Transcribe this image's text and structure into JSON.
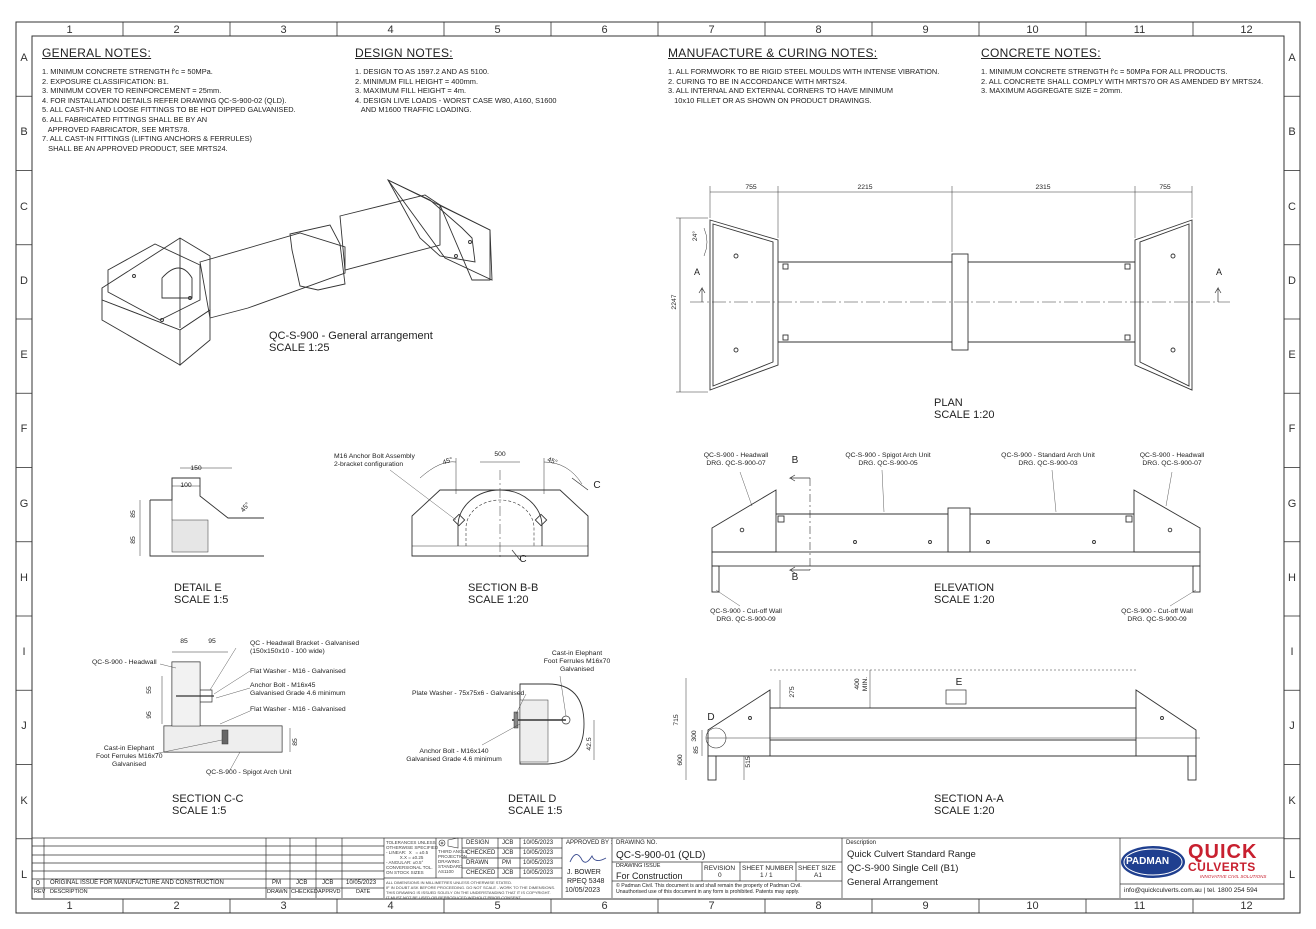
{
  "grid": {
    "columns": [
      "1",
      "2",
      "3",
      "4",
      "5",
      "6",
      "7",
      "8",
      "9",
      "10",
      "11",
      "12"
    ],
    "rows": [
      "A",
      "B",
      "C",
      "D",
      "E",
      "F",
      "G",
      "H",
      "I",
      "J",
      "K",
      "L"
    ]
  },
  "notes": {
    "general": {
      "title": "GENERAL NOTES:",
      "lines": [
        "1. MINIMUM CONCRETE STRENGTH f'c = 50MPa.",
        "2. EXPOSURE CLASSIFICATION: B1.",
        "3. MINIMUM COVER TO REINFORCEMENT = 25mm.",
        "4. FOR INSTALLATION DETAILS REFER DRAWING QC-S-900-02 (QLD).",
        "5. ALL CAST-IN AND LOOSE FITTINGS TO BE HOT DIPPED GALVANISED.",
        "6. ALL FABRICATED FITTINGS SHALL BE BY AN",
        "   APPROVED FABRICATOR, SEE MRTS78.",
        "7. ALL CAST-IN FITTINGS (LIFTING ANCHORS & FERRULES)",
        "   SHALL BE AN APPROVED PRODUCT, SEE MRTS24."
      ]
    },
    "design": {
      "title": "DESIGN NOTES:",
      "lines": [
        "1. DESIGN TO AS 1597.2 AND AS 5100.",
        "2. MINIMUM FILL HEIGHT = 400mm.",
        "3. MAXIMUM FILL HEIGHT = 4m.",
        "4. DESIGN LIVE LOADS - WORST CASE W80, A160, S1600",
        "   AND M1600 TRAFFIC LOADING."
      ]
    },
    "manufacture": {
      "title": "MANUFACTURE & CURING NOTES:",
      "lines": [
        "1. ALL FORMWORK TO BE RIGID STEEL MOULDS WITH INTENSE VIBRATION.",
        "2. CURING TO BE IN ACCORDANCE WITH MRTS24.",
        "3. ALL INTERNAL AND EXTERNAL CORNERS TO HAVE MINIMUM",
        "   10x10 FILLET OR AS SHOWN ON PRODUCT DRAWINGS."
      ]
    },
    "concrete": {
      "title": "CONCRETE NOTES:",
      "lines": [
        "1. MINIMUM CONCRETE STRENGTH f'c = 50MPa FOR ALL PRODUCTS.",
        "2. ALL CONCRETE SHALL COMPLY WITH MRTS70 OR AS AMENDED BY MRTS24.",
        "3. MAXIMUM AGGREGATE SIZE = 20mm."
      ]
    }
  },
  "views": {
    "ga": {
      "title": "QC-S-900 - General arrangement",
      "scale": "SCALE 1:25"
    },
    "plan": {
      "title": "PLAN",
      "scale": "SCALE 1:20",
      "dims": [
        "755",
        "2215",
        "2315",
        "755",
        "2247",
        "24°",
        "A",
        "A"
      ]
    },
    "detail_e": {
      "title": "DETAIL E",
      "scale": "SCALE 1:5",
      "dims": [
        "150",
        "100",
        "85",
        "85",
        "45°"
      ]
    },
    "section_bb": {
      "title": "SECTION B-B",
      "scale": "SCALE 1:20",
      "dims": [
        "500",
        "45°",
        "45°",
        "C",
        "C"
      ],
      "label": "M16 Anchor Bolt Assembly\n2-bracket configuration"
    },
    "elevation": {
      "title": "ELEVATION",
      "scale": "SCALE 1:20",
      "labels": [
        "QC-S-900 - Headwall\nDRG. QC-S-900-07",
        "QC-S-900 - Spigot Arch Unit\nDRG. QC-S-900-05",
        "QC-S-900 - Standard Arch Unit\nDRG. QC-S-900-03",
        "QC-S-900 - Headwall\nDRG. QC-S-900-07",
        "QC-S-900 - Cut-off Wall\nDRG. QC-S-900-09",
        "QC-S-900 - Cut-off Wall\nDRG. QC-S-900-09"
      ],
      "dims": [
        "B",
        "B"
      ]
    },
    "section_cc": {
      "title": "SECTION C-C",
      "scale": "SCALE 1:5",
      "dims": [
        "85",
        "95",
        "55",
        "95",
        "85"
      ],
      "labels": [
        "QC - Headwall Bracket - Galvanised\n(150x150x10 - 100 wide)",
        "Flat Washer - M16 - Galvanised",
        "Anchor Bolt - M16x45\nGalvanised Grade 4.6 minimum",
        "Flat Washer - M16 - Galvanised",
        "QC-S-900 - Headwall",
        "Cast-in Elephant\nFoot Ferrules M16x70\nGalvanised",
        "QC-S-900 - Spigot Arch Unit"
      ]
    },
    "detail_d": {
      "title": "DETAIL D",
      "scale": "SCALE 1:5",
      "dims": [
        "42.5"
      ],
      "labels": [
        "Cast-in Elephant\nFoot Ferrules M16x70\nGalvanised",
        "Plate Washer - 75x75x6 - Galvanised",
        "Anchor Bolt - M16x140\nGalvanised Grade 4.6 minimum"
      ]
    },
    "section_aa": {
      "title": "SECTION A-A",
      "scale": "SCALE 1:20",
      "dims": [
        "715",
        "300",
        "85",
        "600",
        "275",
        "400\nMIN.",
        "515",
        "D",
        "E"
      ]
    }
  },
  "title_block": {
    "rev_row": {
      "rev": "0",
      "description": "ORIGINAL ISSUE FOR MANUFACTURE AND CONSTRUCTION",
      "drawn": "PM",
      "checked": "JCB",
      "approved": "JCB",
      "date": "10/05/2023"
    },
    "rev_headers": [
      "REV",
      "DESCRIPTION",
      "DRAWN",
      "CHECKED",
      "APPRVD",
      "DATE"
    ],
    "tolerances": "TOLERANCES UNLESS\nOTHERWISE SPECIFIED\n- LINEAR:  X   = ±0.5\n           X.X = ±0.25\n- ANGULAR: ±0.5°\nCONVERSIONAL TOL.\nON STOCK SIZES",
    "projection": "THIRD ANGLE\nPROJECTION\nDRAWING\nSTANDARD\nAS1100",
    "signoffs": [
      {
        "role": "DESIGN",
        "name": "JCB",
        "date": "10/05/2023"
      },
      {
        "role": "CHECKED",
        "name": "JCB",
        "date": "10/05/2023"
      },
      {
        "role": "DRAWN",
        "name": "PM",
        "date": "10/05/2023"
      },
      {
        "role": "CHECKED",
        "name": "JCB",
        "date": "10/05/2023"
      }
    ],
    "disclaimer": "ALL DIMENSIONS IN MILLIMETRES UNLESS OTHERWISE STATED.\nIF IN DOUBT ASK BEFORE PROCEEDING. DO NOT SCALE - WORK TO THE DIMENSIONS.\nTHIS DRAWING IS ISSUED SOLELY ON THE UNDERSTANDING THAT IT IS COPYRIGHT.\nIT MUST NOT BE USED OR REPRODUCED WITHOUT PRIOR CONSENT.",
    "approved_by_label": "APPROVED BY :",
    "approver": "J. BOWER",
    "approver_id": "RPEQ 5348",
    "approval_date": "10/05/2023",
    "drawing_no_label": "DRAWING NO.",
    "drawing_no": "QC-S-900-01 (QLD)",
    "drawing_issue_label": "DRAWING ISSUE",
    "drawing_issue": "For Construction",
    "revision_label": "REVISION",
    "revision": "0",
    "sheet_number_label": "SHEET NUMBER",
    "sheet_number": "1 / 1",
    "sheet_size_label": "SHEET SIZE",
    "sheet_size": "A1",
    "copyright": "© Padman Civil. This document is and shall remain the property of Padman Civil.\nUnauthorised use of this document in any form is prohibited. Patents may apply.",
    "description_label": "Description",
    "description_lines": [
      "Quick Culvert Standard Range",
      "QC-S-900 Single Cell (B1)",
      "General Arrangement"
    ],
    "brand": {
      "padman": "PADMAN",
      "quick": "QUICK",
      "culverts": "CULVERTS",
      "tagline": "INNOVATIVE CIVIL SOLUTIONS"
    },
    "contact": "info@quickculverts.com.au  |  tel. 1800 254 594"
  },
  "colors": {
    "line": "#333333",
    "brand_red": "#c8202f",
    "brand_blue": "#1f3f8f"
  }
}
